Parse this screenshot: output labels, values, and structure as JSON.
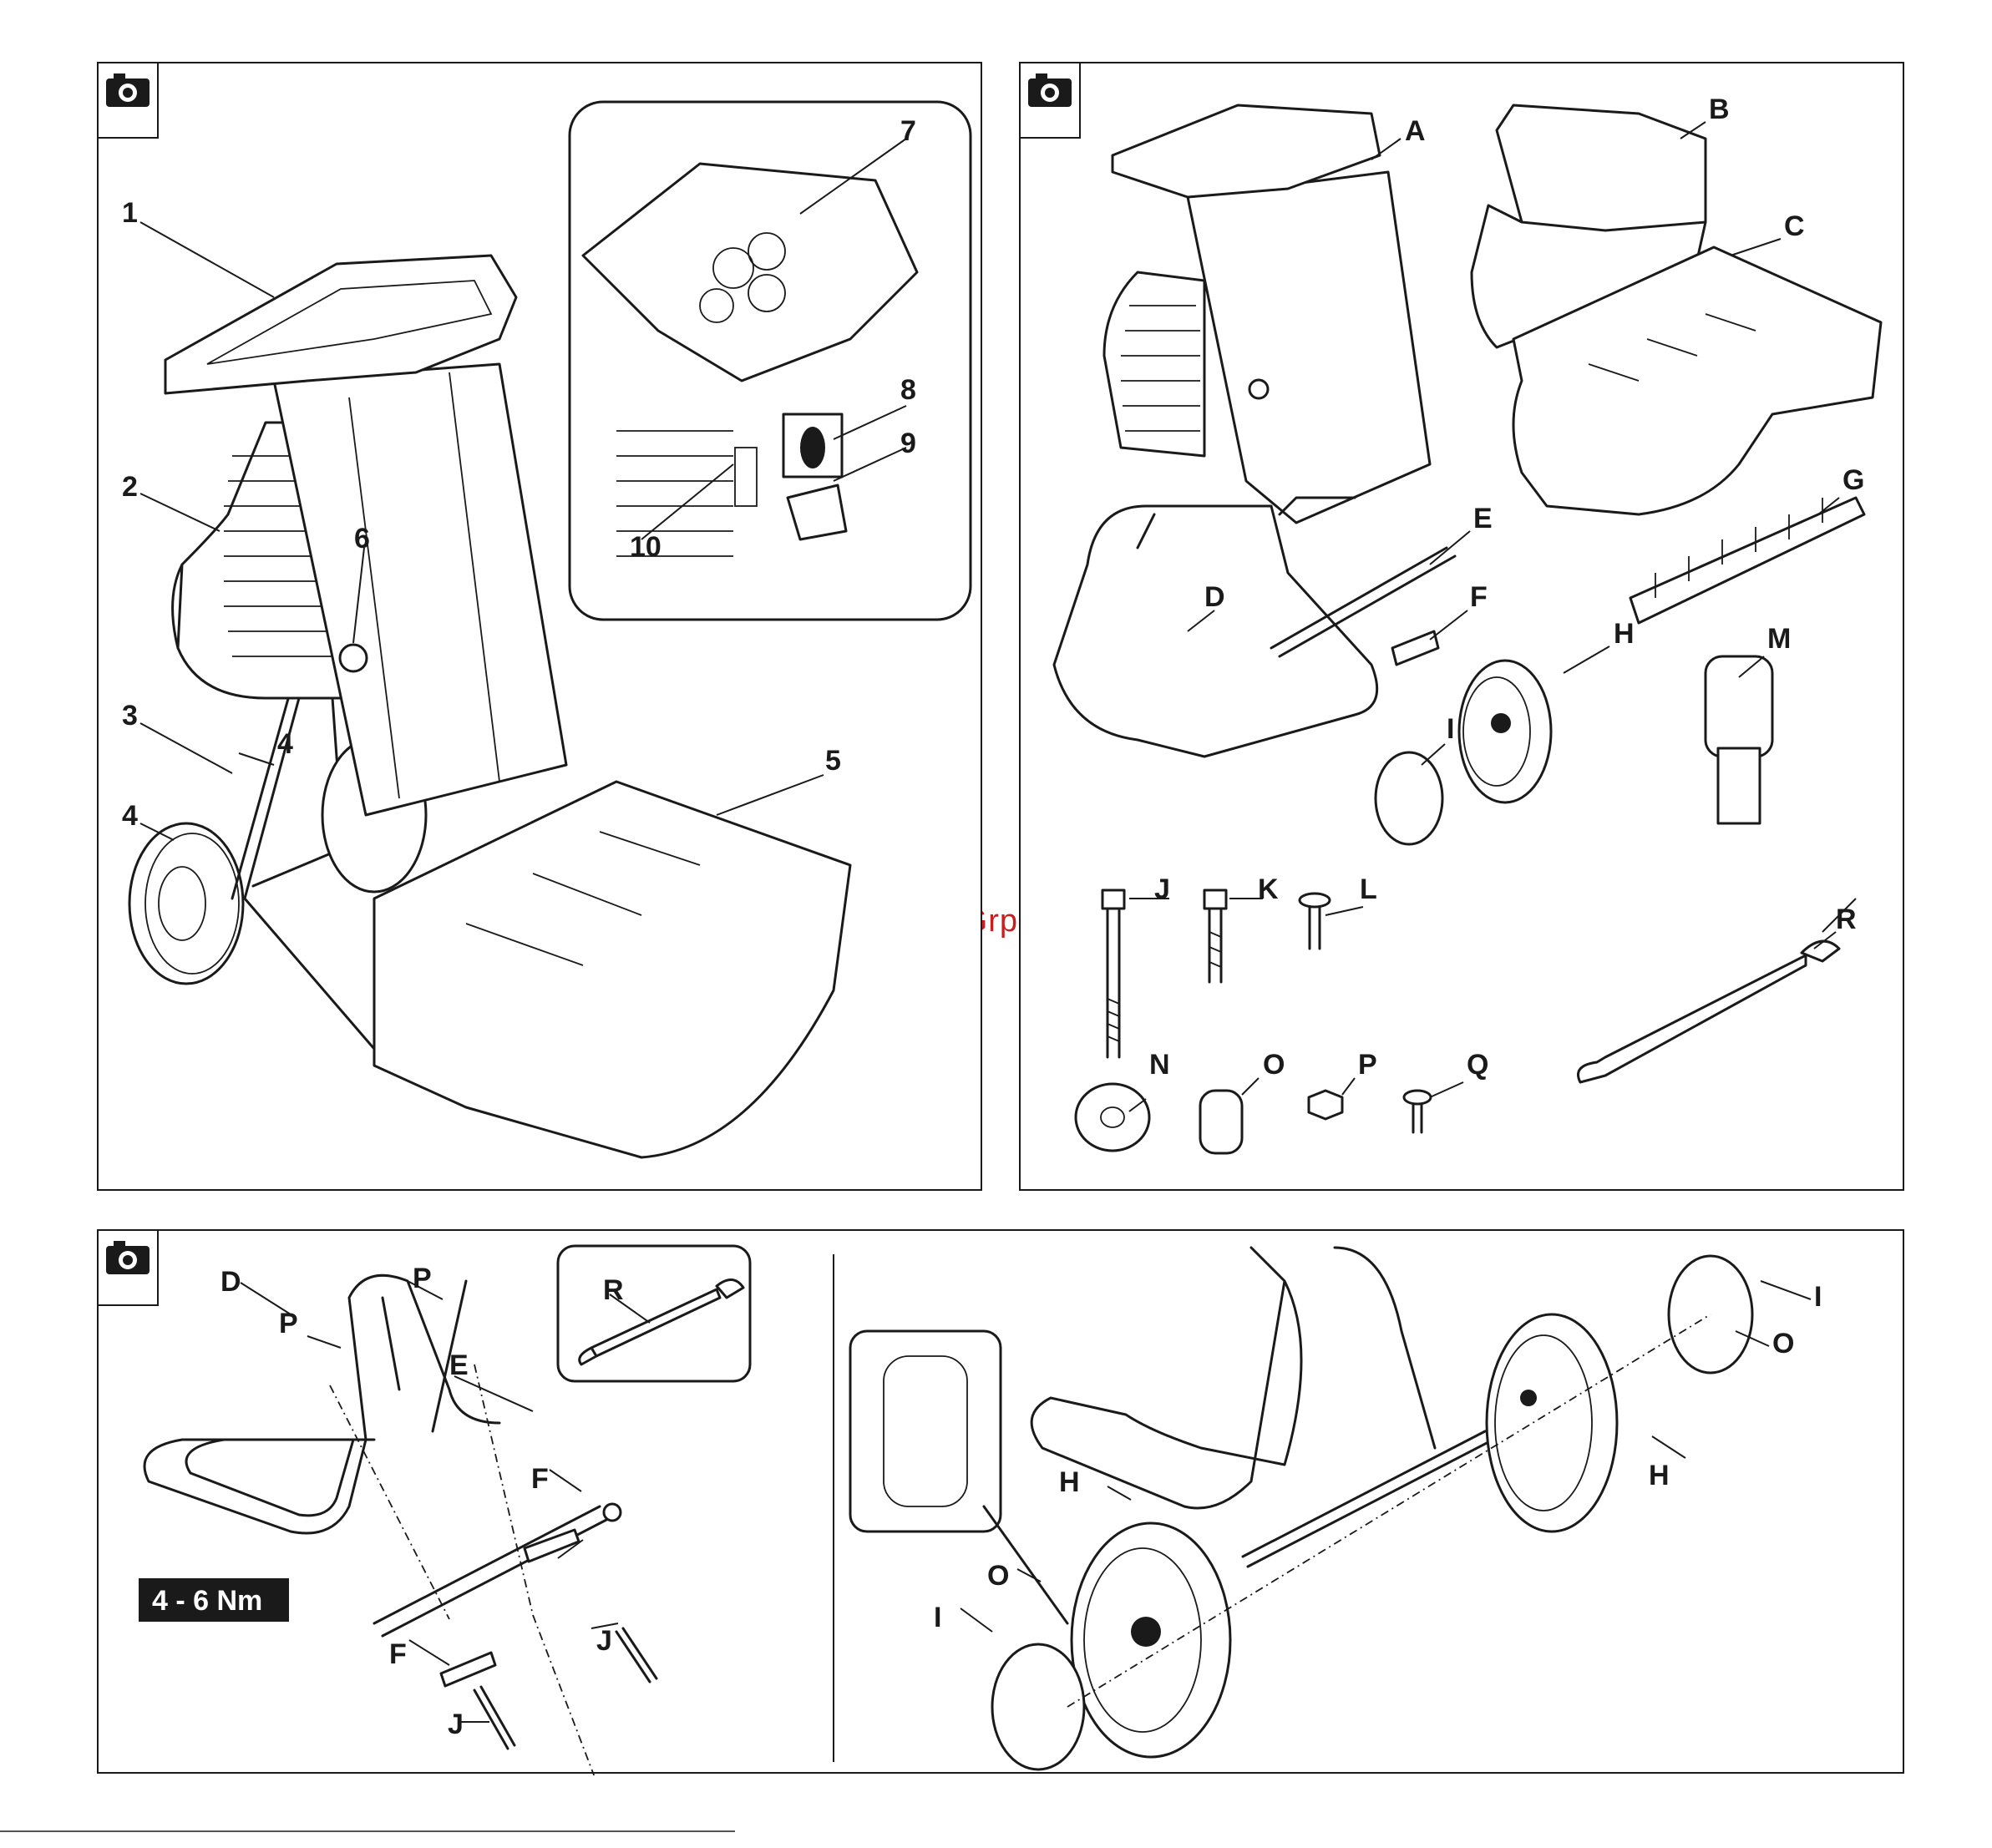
{
  "watermark": "McGrp.Ru",
  "icon": "camera-icon",
  "panel1": {
    "labels": [
      "1",
      "2",
      "3",
      "4",
      "4",
      "5",
      "6",
      "7",
      "8",
      "9",
      "10"
    ]
  },
  "panel2": {
    "labels": [
      "A",
      "B",
      "C",
      "D",
      "E",
      "F",
      "G",
      "H",
      "I",
      "J",
      "K",
      "L",
      "M",
      "N",
      "O",
      "P",
      "Q",
      "R"
    ]
  },
  "panel3": {
    "labels": [
      "D",
      "P",
      "P",
      "E",
      "F",
      "F",
      "J",
      "J",
      "R"
    ],
    "torque": "4 - 6 Nm"
  },
  "panel4": {
    "labels": [
      "H",
      "H",
      "I",
      "I",
      "O",
      "O"
    ]
  }
}
